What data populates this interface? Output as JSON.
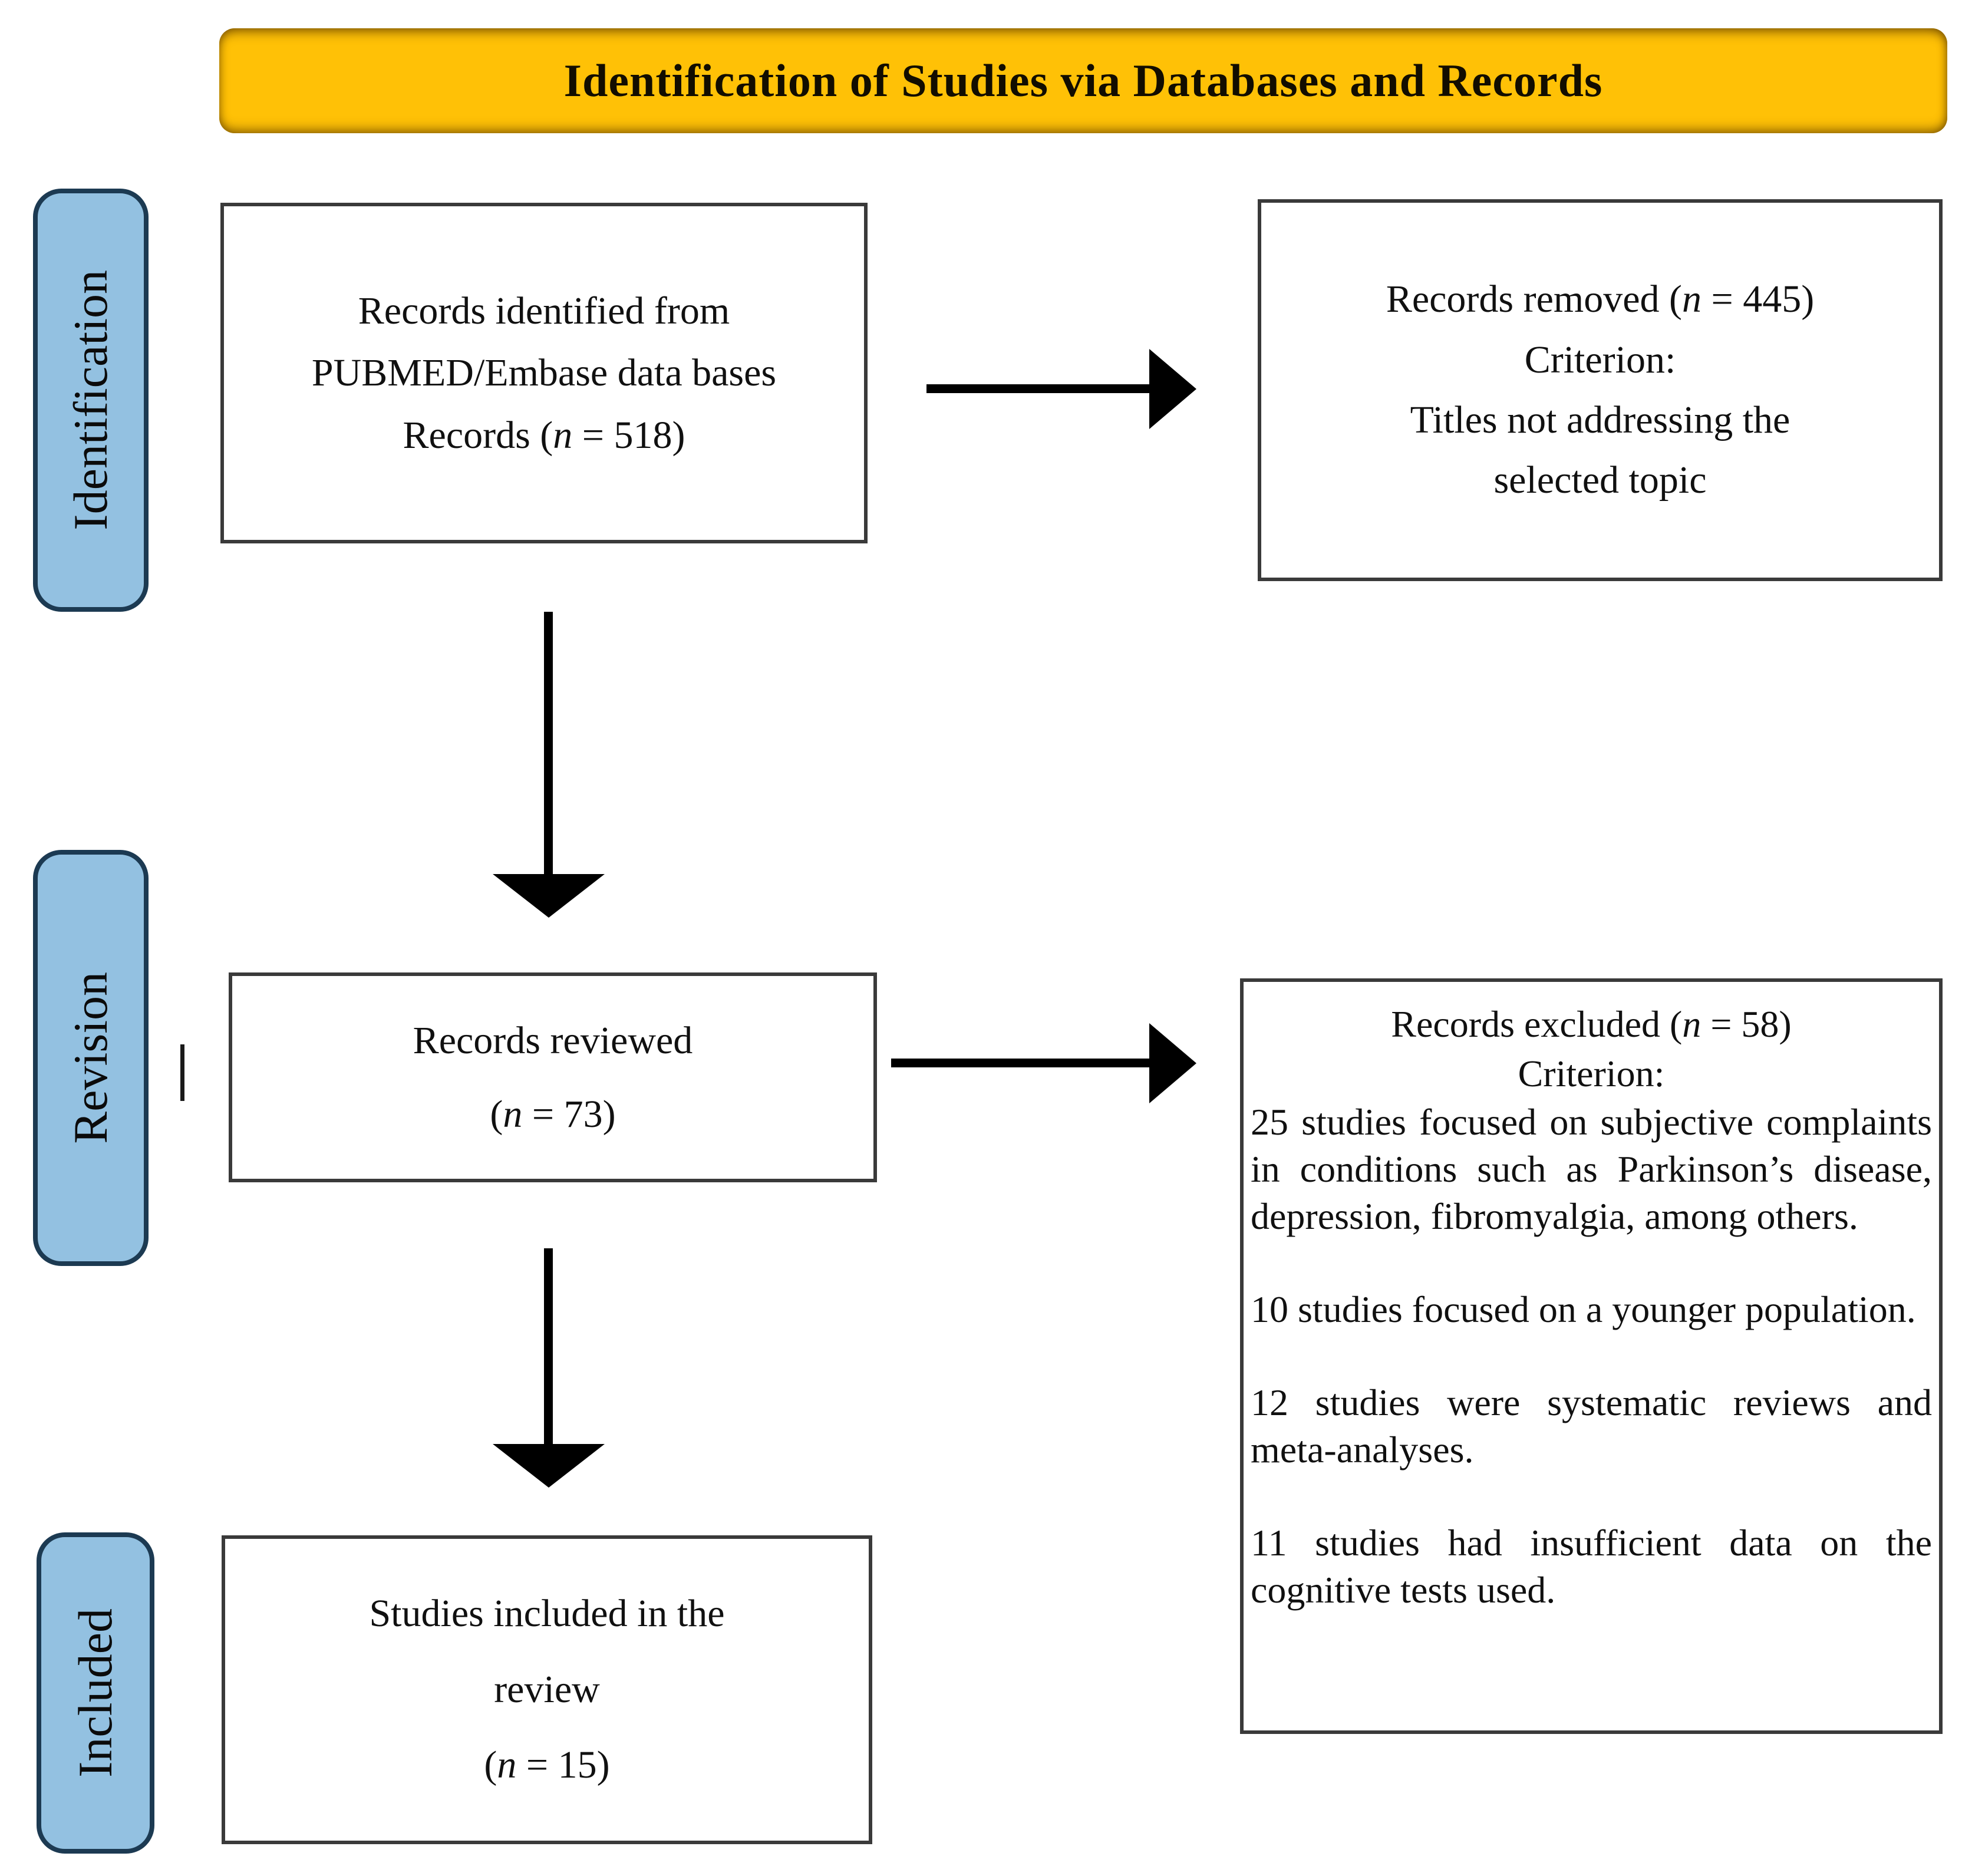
{
  "banner": {
    "title": "Identification of Studies via Databases and Records"
  },
  "stages": [
    {
      "label": "Identification"
    },
    {
      "label": "Revision"
    },
    {
      "label": "Included"
    }
  ],
  "boxes": {
    "identified": {
      "line1": "Records identified from",
      "line2": "PUBMED/Embase data bases",
      "n_prefix": "Records (",
      "n_symbol": "n",
      "n_suffix": " = 518)"
    },
    "removed": {
      "n_prefix": "Records removed (",
      "n_symbol": "n",
      "n_suffix": " = 445)",
      "line2": "Criterion:",
      "line3": "Titles not addressing the",
      "line4": "selected topic"
    },
    "reviewed": {
      "line1": "Records reviewed",
      "n_prefix": "(",
      "n_symbol": "n",
      "n_suffix": " = 73)"
    },
    "excluded": {
      "n_prefix": "Records excluded (",
      "n_symbol": "n",
      "n_suffix": " = 58)",
      "criterion_label": "Criterion:",
      "reasons": [
        "25 studies focused on subjective complaints in conditions such as Parkinson’s disease, depression, fibromyalgia, among others.",
        "10 studies focused on a younger population.",
        "12 studies were systematic reviews and meta-analyses.",
        "11 studies had insufficient data on the cognitive tests used."
      ]
    },
    "included": {
      "line1": "Studies included in the",
      "line2": "review",
      "n_prefix": "(",
      "n_symbol": "n",
      "n_suffix": " = 15)"
    }
  },
  "colors": {
    "banner_bg": "#FFC106",
    "stage_fill": "#93C1E1",
    "stage_border": "#1C3A52",
    "box_border": "#3A3A3A",
    "arrow": "#000000"
  }
}
